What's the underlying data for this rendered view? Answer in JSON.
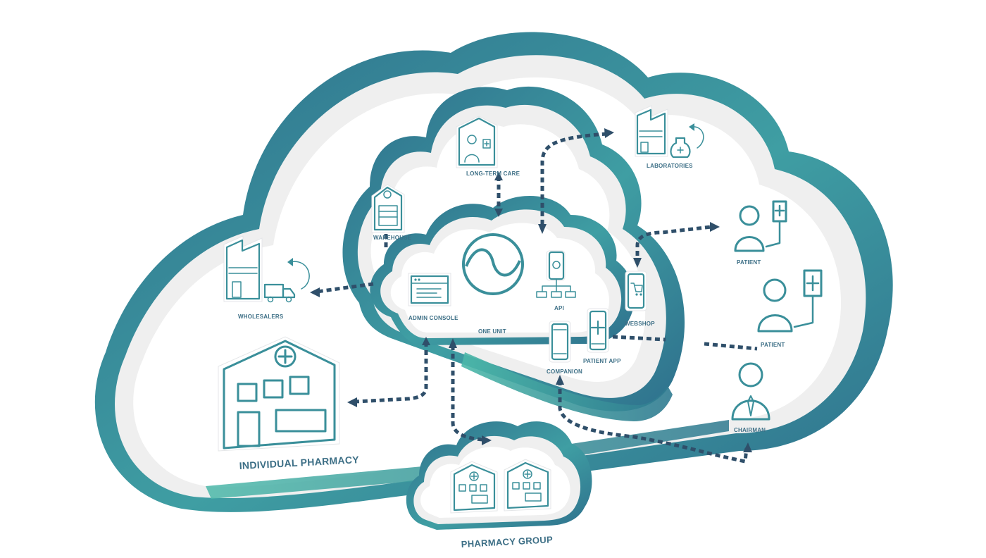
{
  "diagram": {
    "center_label": "ONE UNIT",
    "nodes": {
      "long_term_care": "LONG-TERM CARE",
      "warehouse": "WAREHOUSE",
      "laboratories": "LABORATORIES",
      "wholesalers": "WHOLESALERS",
      "individual_pharmacy": "INDIVIDUAL PHARMACY",
      "admin_console": "ADMIN CONSOLE",
      "api": "API",
      "webshop": "WEBSHOP",
      "companion": "COMPANION",
      "patient_app": "PATIENT APP",
      "patient_1": "PATIENT",
      "patient_2": "PATIENT",
      "chairman": "CHAIRMAN",
      "pharmacy_group": "PHARMACY GROUP"
    },
    "colors": {
      "teal_light": "#46b3a6",
      "teal_dark": "#2e6f8c",
      "rim_grey": "#eeeeee",
      "icon_stroke": "#3a8f9a",
      "connector": "#2f4f6a",
      "label": "#3d6f86"
    },
    "icons": [
      "hospital-icon",
      "warehouse-icon",
      "factory-icon",
      "flask-icon",
      "truck-icon",
      "browser-window-icon",
      "api-network-icon",
      "shopping-cart-icon",
      "smartphone-icon",
      "patient-iv-icon",
      "businessman-icon",
      "one-unit-logo-icon"
    ]
  }
}
